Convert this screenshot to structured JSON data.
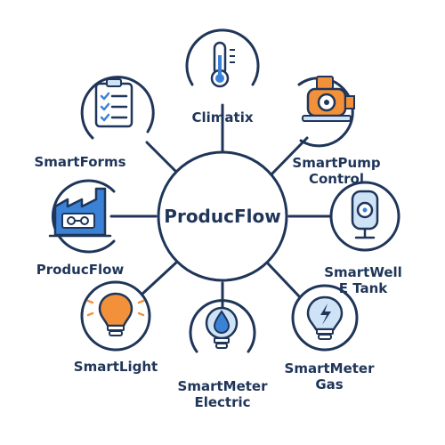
{
  "hub": {
    "label": "ProducFlow"
  },
  "nodes": [
    {
      "id": "climatix",
      "lines": [
        "Climatix"
      ],
      "icon": "thermometer-icon"
    },
    {
      "id": "smartpump",
      "lines": [
        "SmartPump",
        "Control"
      ],
      "icon": "pump-icon"
    },
    {
      "id": "smartwell",
      "lines": [
        "SmartWell",
        "E Tank"
      ],
      "icon": "tank-gauge-icon"
    },
    {
      "id": "smartmeter-gas",
      "lines": [
        "SmartMeter",
        "Gas"
      ],
      "icon": "gas-bulb-icon"
    },
    {
      "id": "smartmeter-electric",
      "lines": [
        "SmartMeter",
        "Electric"
      ],
      "icon": "water-drop-bulb-icon"
    },
    {
      "id": "smartlight",
      "lines": [
        "SmartLight"
      ],
      "icon": "lightbulb-icon"
    },
    {
      "id": "producflow",
      "lines": [
        "ProducFlow"
      ],
      "icon": "factory-icon"
    },
    {
      "id": "smartforms",
      "lines": [
        "SmartForms"
      ],
      "icon": "clipboard-checklist-icon"
    }
  ],
  "colors": {
    "outline": "#1f3559",
    "accent_blue": "#3b82d6",
    "accent_orange": "#f2913a",
    "light_blue": "#cfe3f7"
  }
}
